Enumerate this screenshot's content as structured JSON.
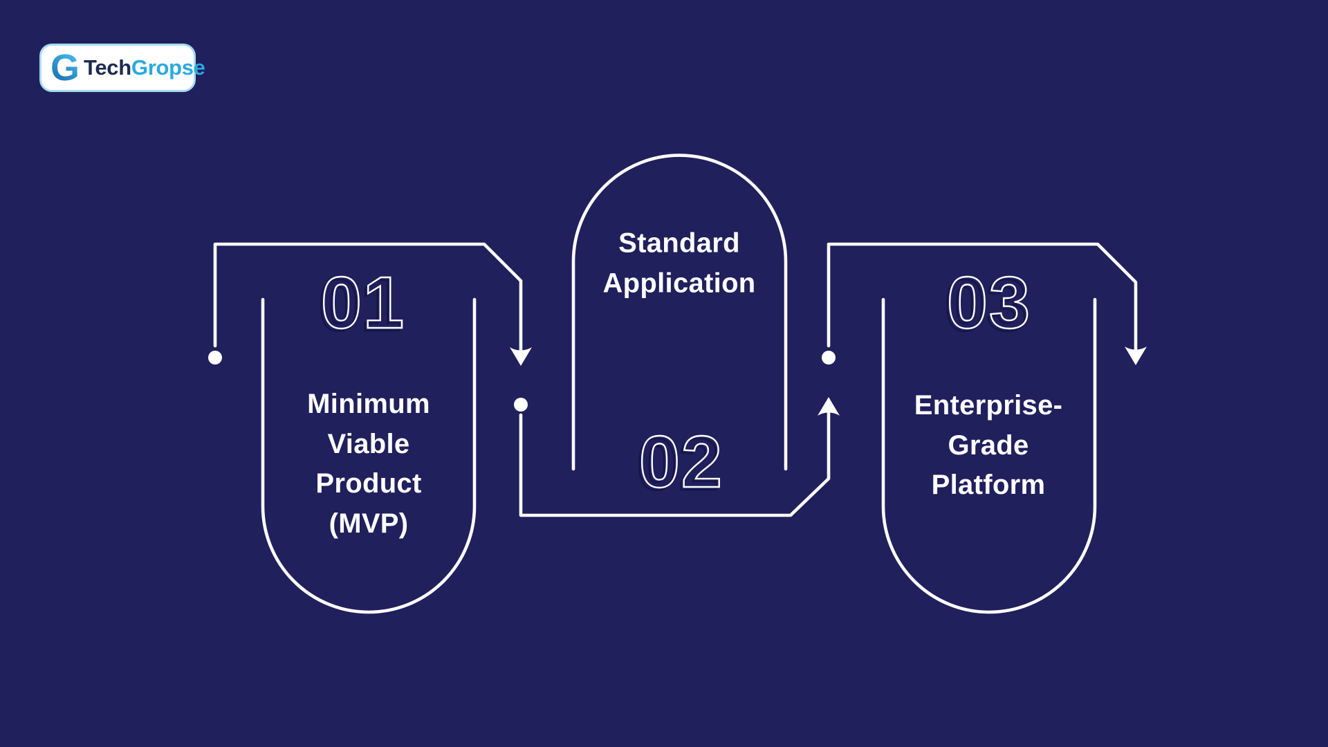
{
  "theme": {
    "bg": "#20205d",
    "line": "#ffffff",
    "text": "#ffffff",
    "logo-border": "#a6dbf5",
    "logo-tech": "#1c2b50",
    "logo-gropse": "#2aa9e1",
    "logo-g-top": "#45c0f0",
    "logo-g-bottom": "#1565ab"
  },
  "logo": {
    "g": "G",
    "tech": "Tech",
    "gropse": "Gropse"
  },
  "diagram": {
    "steps": [
      {
        "number": "01",
        "label": "Minimum\nViable\nProduct\n(MVP)"
      },
      {
        "number": "02",
        "label": "Standard\nApplication"
      },
      {
        "number": "03",
        "label": "Enterprise-\nGrade\nPlatform"
      }
    ]
  }
}
